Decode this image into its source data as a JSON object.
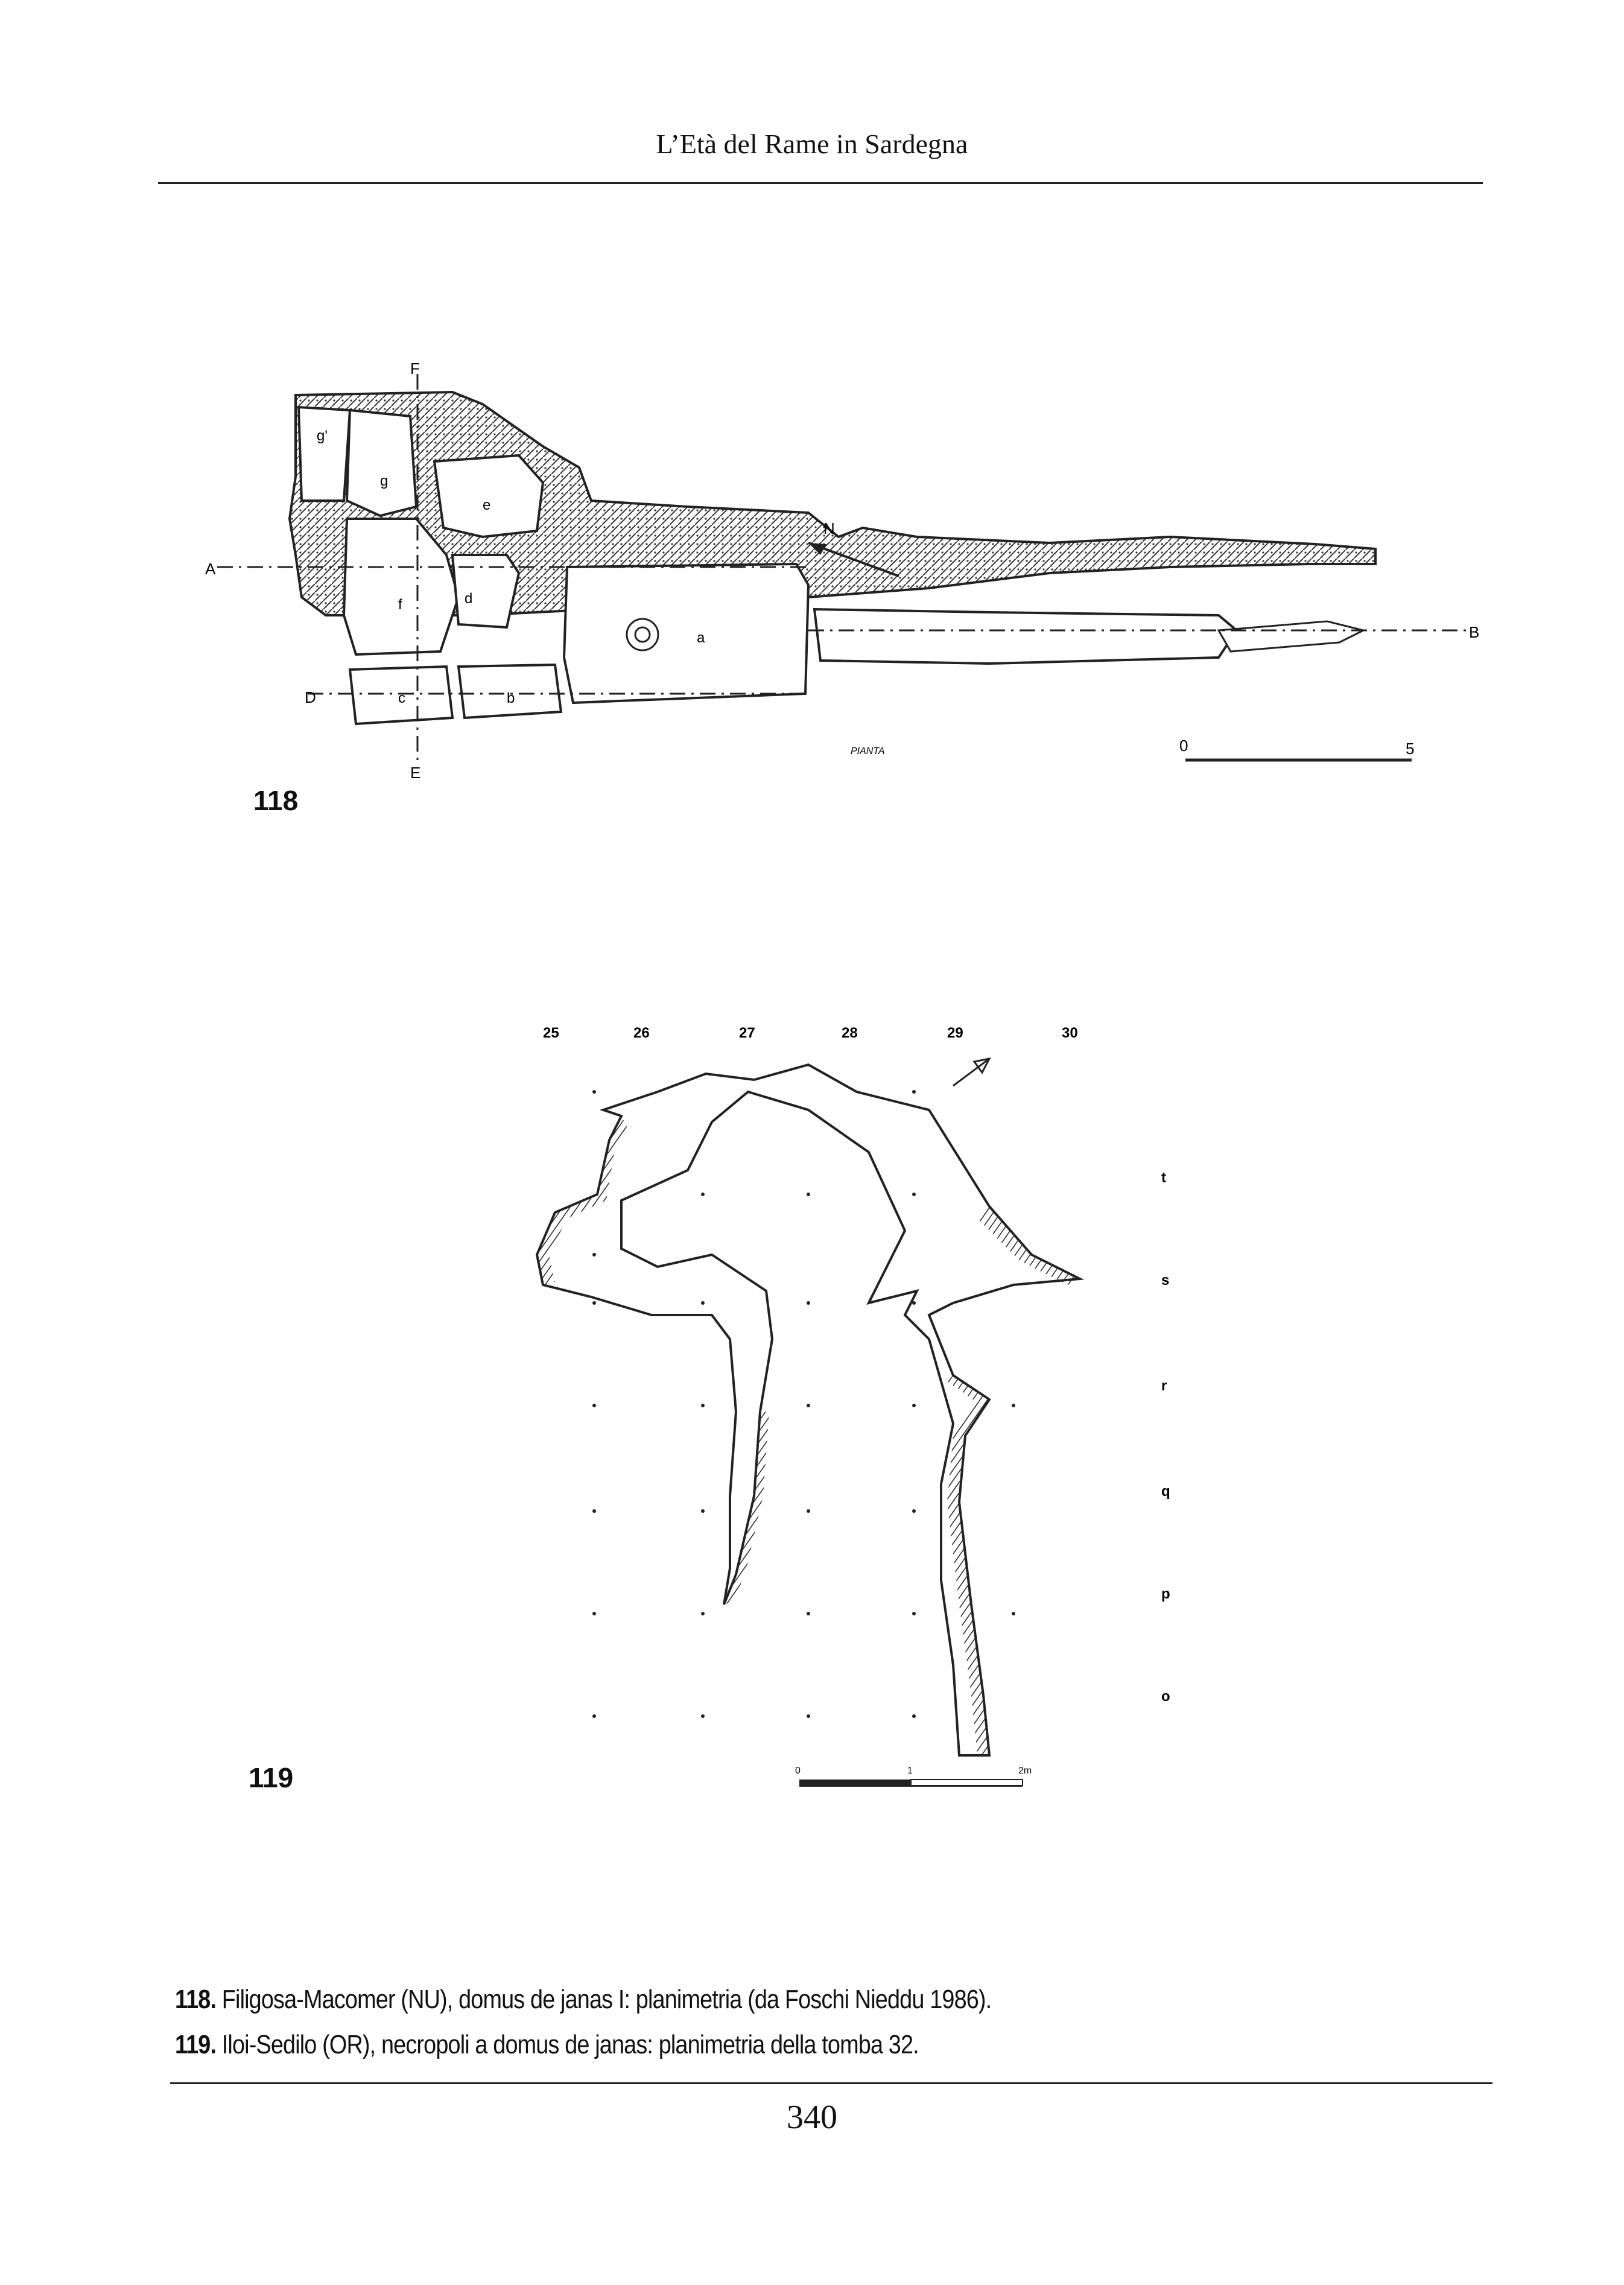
{
  "header": {
    "title": "L’Età del Rame in Sardegna"
  },
  "figures": {
    "fig118": {
      "label": "118",
      "compass": "N",
      "section_marks": {
        "a": "A",
        "b": "B",
        "d": "D",
        "e": "E",
        "f": "F"
      },
      "rooms": {
        "a": "a",
        "b": "b",
        "c": "c",
        "d": "d",
        "e": "e",
        "f": "f",
        "g": "g",
        "g2": "g'"
      },
      "plan_word": "PIANTA",
      "scale": {
        "start": "0",
        "end": "5"
      }
    },
    "fig119": {
      "label": "119",
      "columns": [
        "25",
        "26",
        "27",
        "28",
        "29",
        "30"
      ],
      "rows": [
        "t",
        "s",
        "r",
        "q",
        "p",
        "o"
      ],
      "scale": {
        "start": "0",
        "mid": "1",
        "end": "2m"
      }
    }
  },
  "captions": [
    {
      "num": "118.",
      "text": " Filigosa-Macomer (NU), domus de janas I: planimetria (da Foschi Nieddu 1986)."
    },
    {
      "num": "119.",
      "text": " Iloi-Sedilo (OR), necropoli a domus de janas: planimetria della tomba 32."
    }
  ],
  "page_number": "340"
}
